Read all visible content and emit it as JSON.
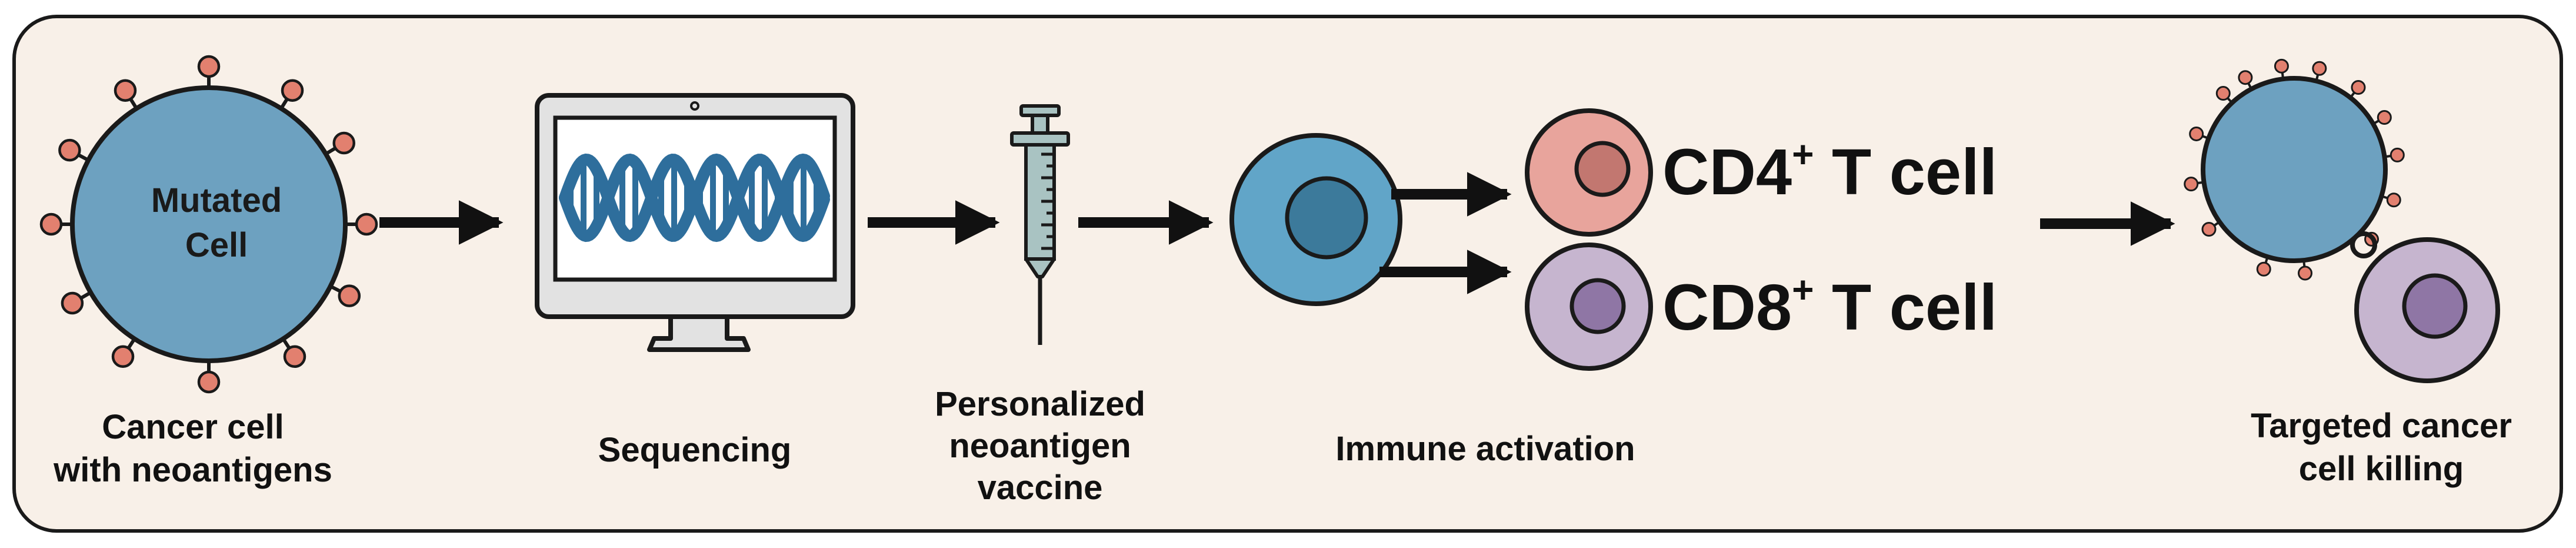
{
  "colors": {
    "panel_fill": "#f8f0e8",
    "outline": "#1a1a1a",
    "cancer_cell": "#6da1c0",
    "antigen": "#e2806f",
    "dna": "#2e6e9c",
    "monitor_body": "#e2e2e2",
    "screen": "#ffffff",
    "apc_cell": "#61a5c8",
    "apc_nucleus": "#3c7a9b",
    "cd4_cell": "#e8a49c",
    "cd4_nucleus": "#c27770",
    "cd8_cell": "#c6b5cf",
    "cd8_nucleus": "#8f76a5",
    "syringe": "#a9c3c2",
    "arrow": "#111111"
  },
  "steps": {
    "mutated_cell": {
      "cell_text_line1": "Mutated",
      "cell_text_line2": "Cell",
      "caption_line1": "Cancer cell",
      "caption_line2": "with neoantigens"
    },
    "sequencing": {
      "caption": "Sequencing",
      "icon": "computer-monitor-dna-icon"
    },
    "vaccine": {
      "caption_line1": "Personalized",
      "caption_line2": "neoantigen",
      "caption_line3": "vaccine",
      "icon": "syringe-icon"
    },
    "immune_activation": {
      "caption": "Immune activation",
      "cd4_main": "CD4",
      "cd4_sup": "+",
      "cd4_rest": " T cell",
      "cd8_main": "CD8",
      "cd8_sup": "+",
      "cd8_rest": " T cell"
    },
    "killing": {
      "caption_line1": "Targeted cancer",
      "caption_line2": "cell killing"
    }
  }
}
